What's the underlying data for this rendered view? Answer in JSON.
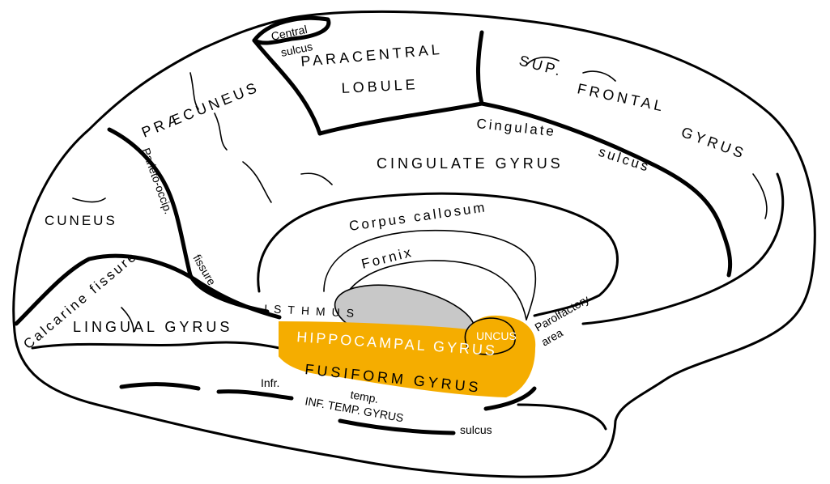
{
  "colors": {
    "highlight": "#f5ad00",
    "ventricle": "#c8c8c8",
    "outline": "#000000",
    "background": "#ffffff"
  },
  "labels": {
    "central_sulcus_1": "Central",
    "central_sulcus_2": "sulcus",
    "paracentral_1": "PARACENTRAL",
    "paracentral_2": "LOBULE",
    "sup_frontal_1": "SUP.",
    "sup_frontal_2": "FRONTAL",
    "sup_frontal_3": "GYRUS",
    "praecuneus": "PRÆCUNEUS",
    "parieto_occip": "Parieto-occip.",
    "fissure_po": "fissure",
    "cingulate_sulcus_1": "Cingulate",
    "cingulate_sulcus_2": "sulcus",
    "cingulate_gyrus": "CINGULATE GYRUS",
    "cuneus": "CUNEUS",
    "corpus_callosum": "Corpus callosum",
    "fornix": "Fornix",
    "calcarine": "Calcarine fissure",
    "lingual_gyrus": "LINGUAL GYRUS",
    "isthmus": "ISTHMUS",
    "hippocampal_gyrus": "HIPPOCAMPAL GYRUS",
    "uncus": "UNCUS",
    "parolfactory_1": "Parolfactory",
    "parolfactory_2": "area",
    "fusiform_gyrus": "FUSIFORM GYRUS",
    "infr": "Infr.",
    "temp": "temp.",
    "inf_temp_gyrus": "INF. TEMP. GYRUS",
    "sulcus_inf": "sulcus"
  }
}
